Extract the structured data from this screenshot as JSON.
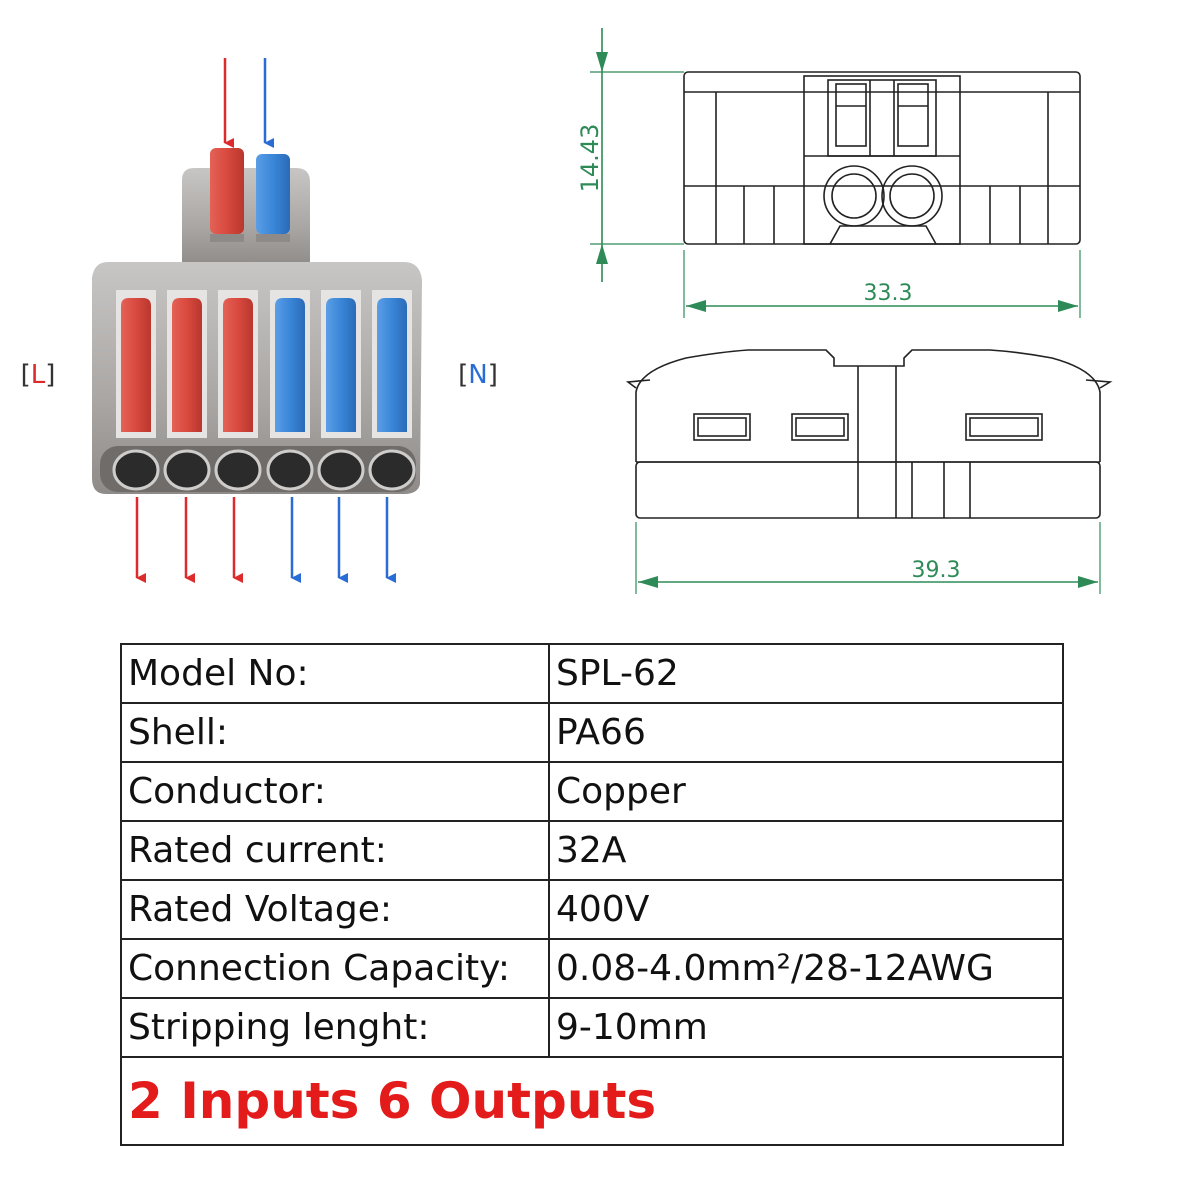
{
  "labels": {
    "live": "L",
    "neutral": "N"
  },
  "dimensions": {
    "height": "14.43",
    "width_top": "33.3",
    "width_bottom": "39.3"
  },
  "specs": [
    {
      "key": "Model No:",
      "value": "SPL-62"
    },
    {
      "key": "Shell:",
      "value": "PA66"
    },
    {
      "key": "Conductor:",
      "value": "Copper"
    },
    {
      "key": "Rated current:",
      "value": "32A"
    },
    {
      "key": "Rated Voltage:",
      "value": "400V"
    },
    {
      "key": "Connection Capacity:",
      "value": "0.08-4.0mm²/28-12AWG"
    },
    {
      "key": "Stripping lenght:",
      "value": "9-10mm"
    }
  ],
  "summary": "2 Inputs 6 Outputs",
  "colors": {
    "live": "#dd2b2b",
    "neutral": "#2a6cd6",
    "lever_red": "#d9493e",
    "lever_blue": "#3a86d8",
    "housing": "#9d9a98",
    "dimension": "#2e8b57",
    "summary_text": "#e31b1b"
  }
}
